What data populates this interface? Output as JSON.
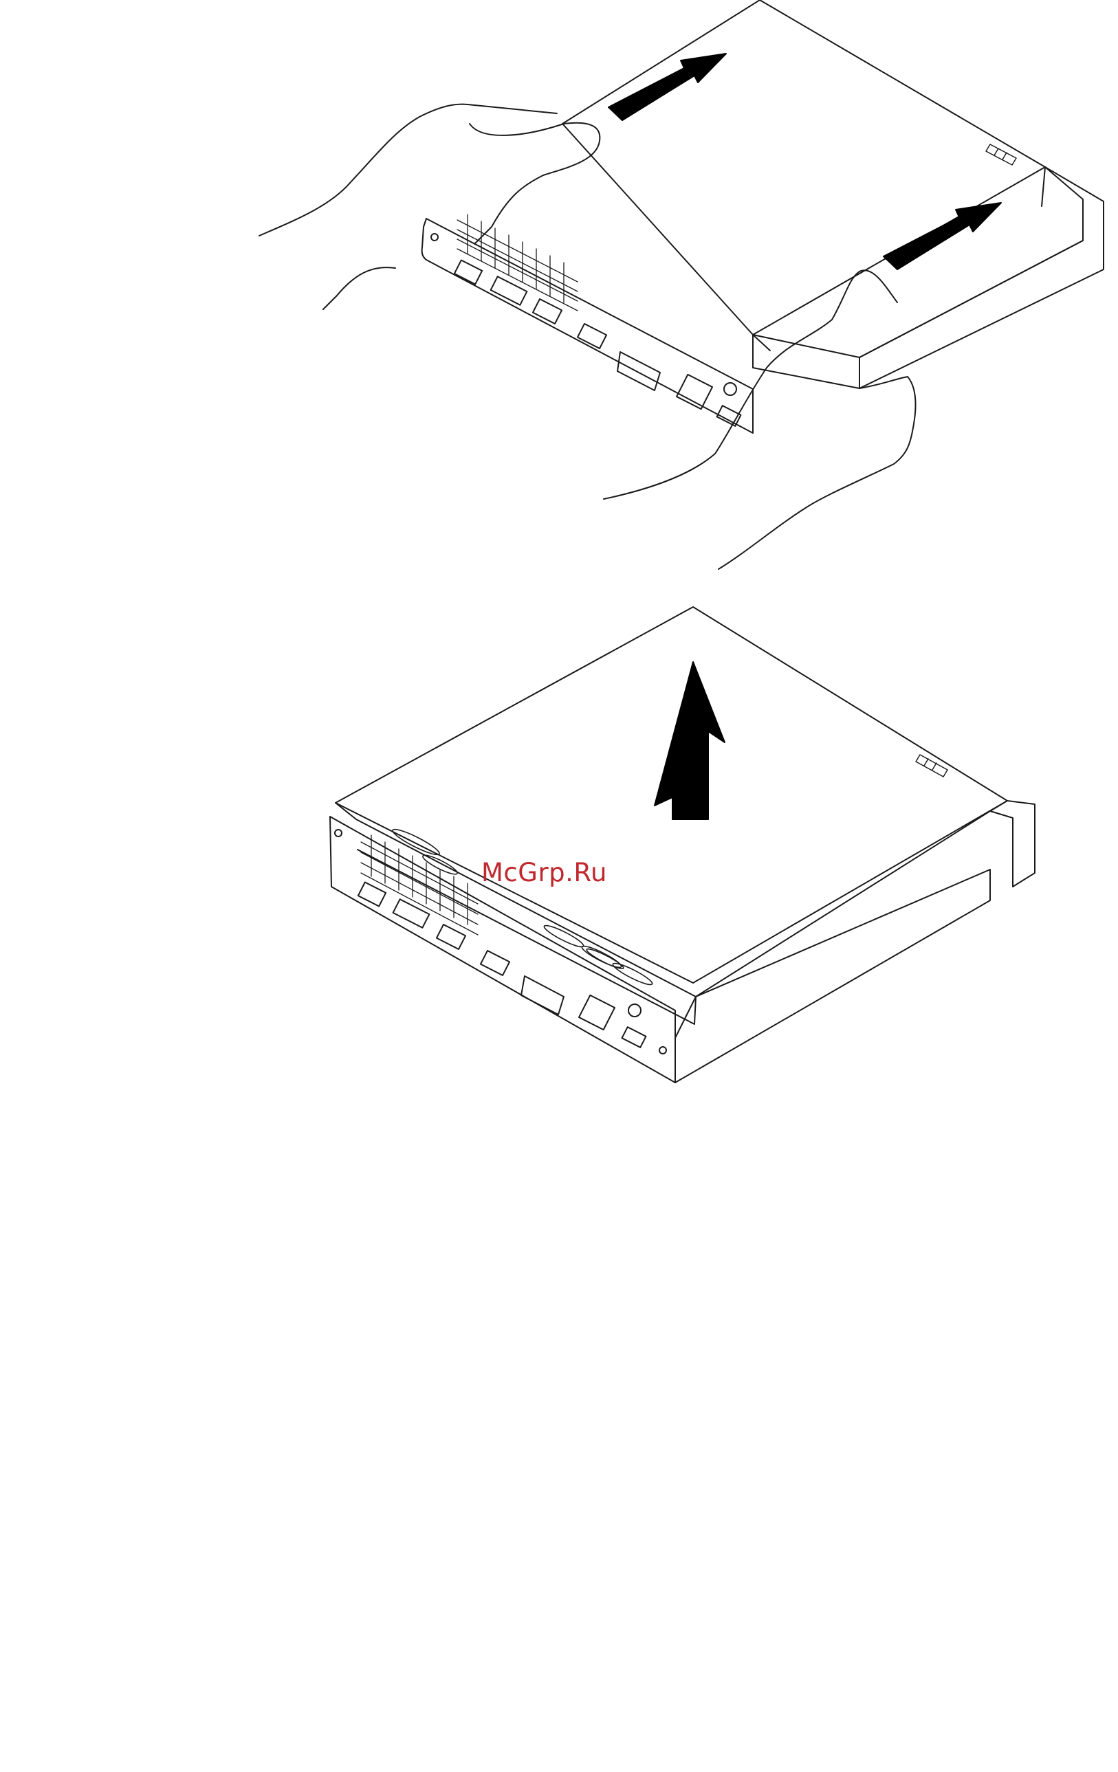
{
  "watermark": "McGrp.Ru",
  "illustrations": [
    {
      "name": "slide-cover-back",
      "arrows": 2,
      "hands": 2
    },
    {
      "name": "lift-cover-off",
      "arrows": 1,
      "hands": 0
    }
  ],
  "colors": {
    "line": "#1a1a1a",
    "arrow": "#000000",
    "watermark": "#c0282d"
  }
}
